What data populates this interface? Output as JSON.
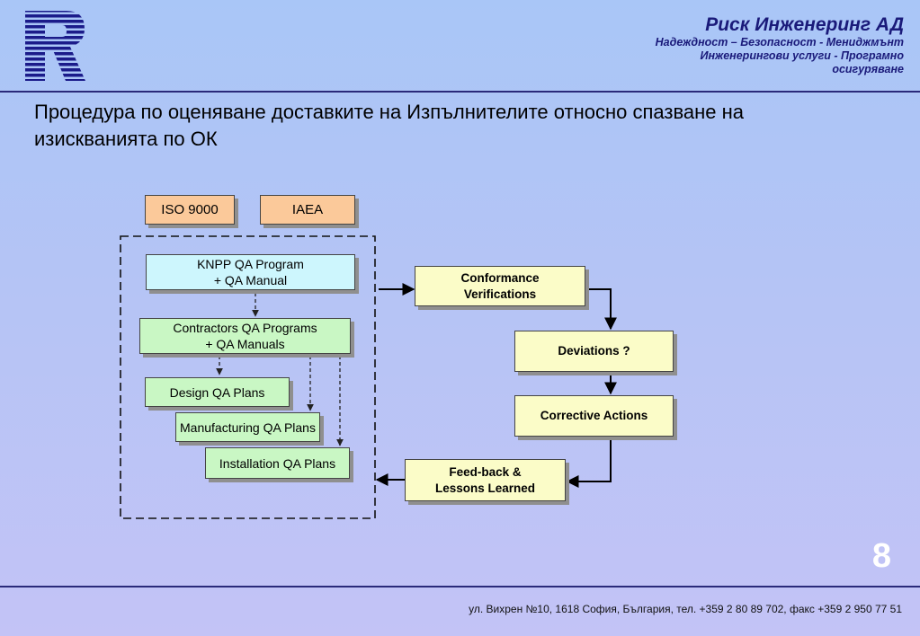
{
  "header": {
    "company_name": "Риск Инженеринг АД",
    "tagline_1": "Надеждност – Безопасност - Мениджмънт",
    "tagline_2": "Инженерингови услуги - Програмно",
    "tagline_3": "осигуряване"
  },
  "slide": {
    "title": "Процедура по оценяване доставките на Изпълнителите относно спазване на изискванията по ОК",
    "page_number": "8"
  },
  "diagram": {
    "standards": [
      "ISO 9000",
      "IAEA"
    ],
    "qa_boxes": {
      "knpp_1": "KNPP QA Program",
      "knpp_2": "+ QA Manual",
      "contractors_1": "Contractors QA Programs",
      "contractors_2": "+ QA Manuals",
      "design": "Design QA Plans",
      "manufacturing": "Manufacturing QA Plans",
      "installation": "Installation QA Plans"
    },
    "process": {
      "conformance_1": "Conformance",
      "conformance_2": "Verifications",
      "deviations": "Deviations ?",
      "corrective": "Corrective Actions",
      "feedback_1": "Feed-back &",
      "feedback_2": "Lessons Learned"
    }
  },
  "footer": {
    "address": "ул. Вихрен №10, 1618 София, България, тел. +359 2 80 89 702, факс +359 2 950 77 51"
  },
  "colors": {
    "header_text": "#1a1a7a",
    "standard_box": "#fbc99a",
    "knpp_box": "#cdf6fd",
    "contractor_box": "#c9f7c4",
    "process_box": "#fbfcc8"
  }
}
